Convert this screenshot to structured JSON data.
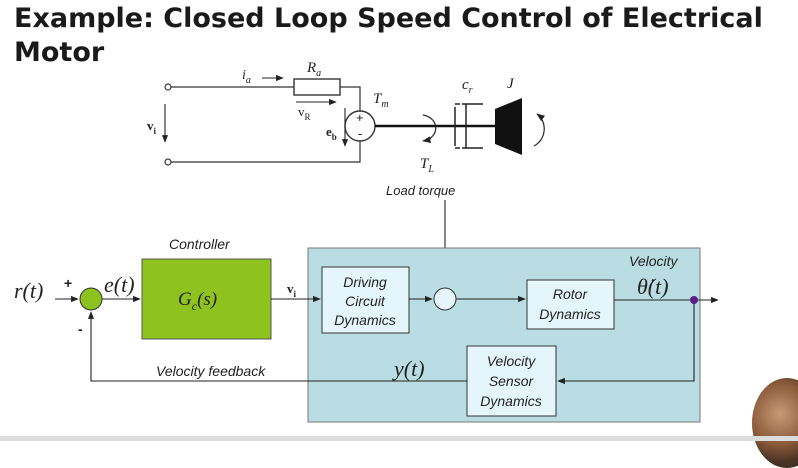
{
  "title": {
    "line1": "Example: Closed Loop Speed Control of Electrical",
    "line2": "Motor"
  },
  "circuit": {
    "ia": "i",
    "ia_sub": "a",
    "Ra": "R",
    "Ra_sub": "a",
    "vR": "v",
    "vR_sub": "R",
    "vi": "v",
    "vi_sub": "i",
    "eb": "e",
    "eb_sub": "b",
    "Tm": "T",
    "Tm_sub": "m",
    "cr": "c",
    "cr_sub": "r",
    "J": "J",
    "TL": "T",
    "TL_sub": "L",
    "plus": "+",
    "minus": "-",
    "load_torque": "Load torque"
  },
  "block": {
    "controller_label": "Controller",
    "controller_tf": "G",
    "controller_tf_sub": "c",
    "controller_tf_arg": "(s)",
    "driving_1": "Driving",
    "driving_2": "Circuit",
    "driving_3": "Dynamics",
    "rotor_1": "Rotor",
    "rotor_2": "Dynamics",
    "sensor_1": "Velocity",
    "sensor_2": "Sensor",
    "sensor_3": "Dynamics",
    "velocity_label": "Velocity",
    "theta_dot": "θ̇(t)",
    "r_t": "r(t)",
    "e_t": "e(t)",
    "y_t": "y(t)",
    "vi": "v",
    "vi_sub": "i",
    "plus": "+",
    "minus": "-",
    "feedback_label": "Velocity feedback"
  },
  "colors": {
    "plant_bg": "#b9dde2",
    "controller_fill": "#8dc21f",
    "sum_fill": "#8dc21f",
    "inner_block": "#e4f6fb",
    "node_dot": "#5a1f8a"
  }
}
